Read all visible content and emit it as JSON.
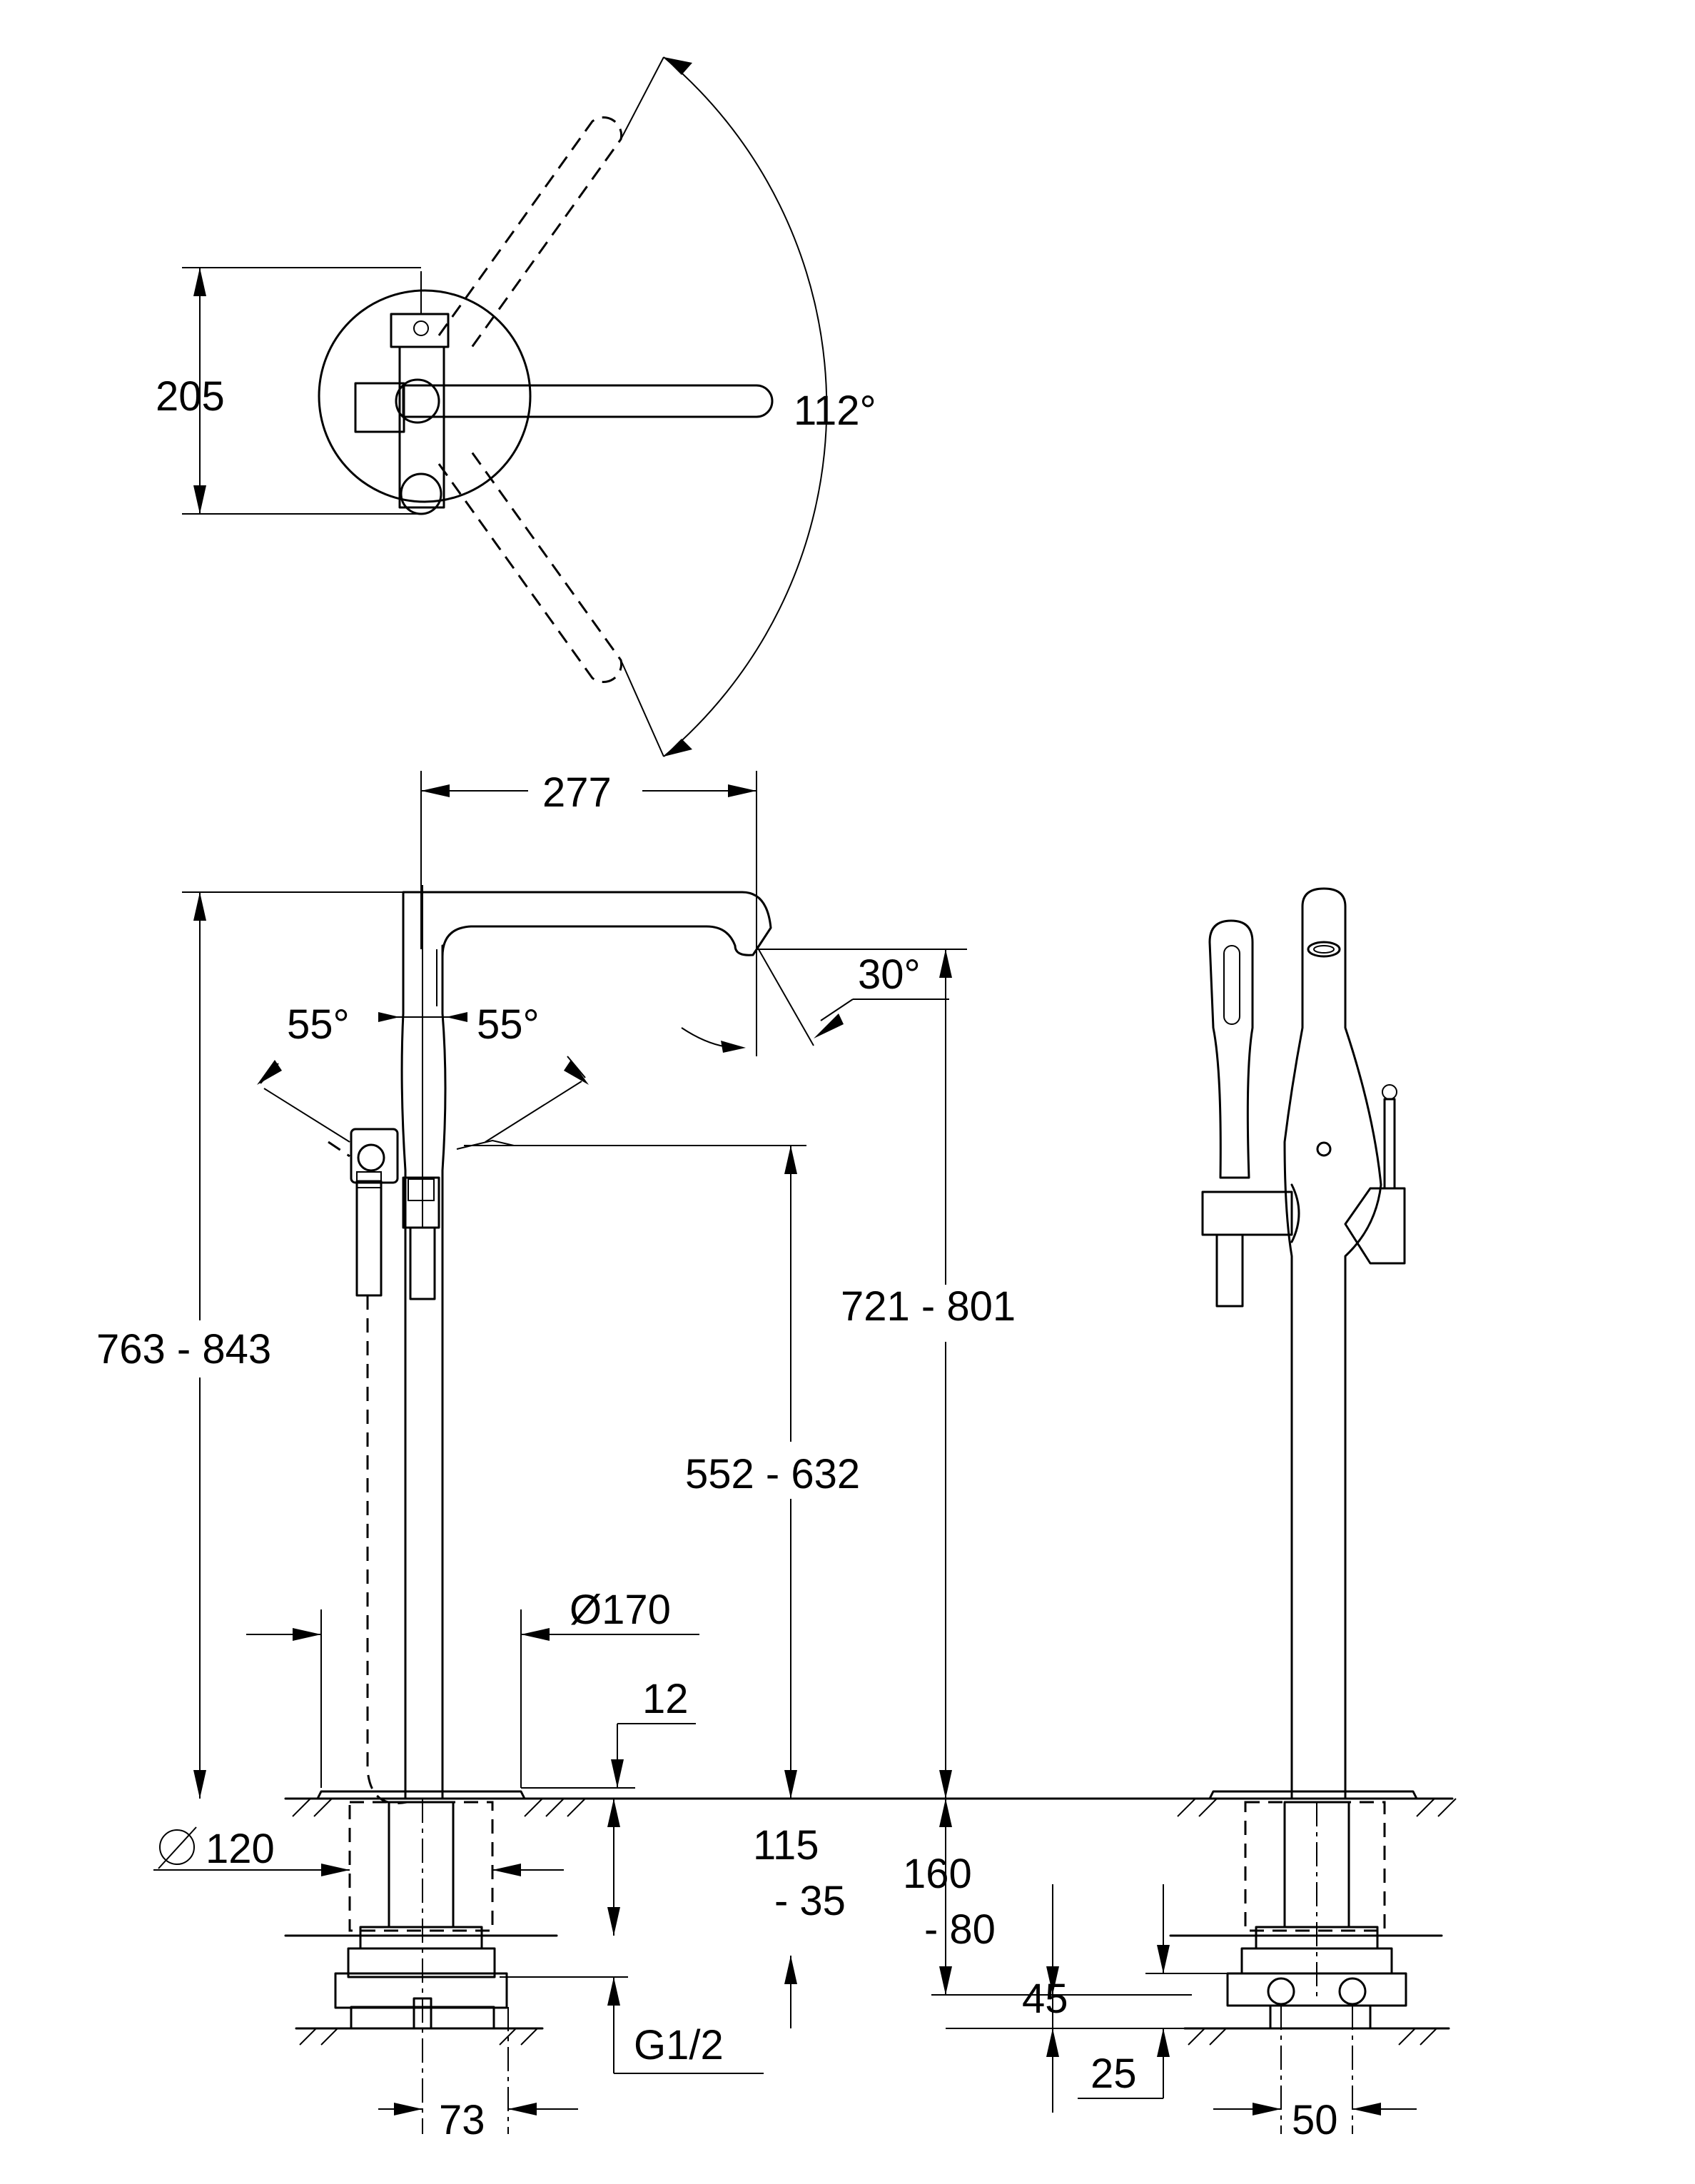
{
  "labels": {
    "dim_205": "205",
    "angle_112": "112°",
    "dim_277": "277",
    "angle_30": "30°",
    "angle_55_left": "55°",
    "angle_55_right": "55°",
    "dim_721_801": "721 - 801",
    "dim_763_843": "763 - 843",
    "dim_552_632": "552 - 632",
    "dia_170": "Ø170",
    "dim_12": "12",
    "dia_120": "120",
    "dim_115": "115",
    "dim_35": "- 35",
    "dim_160": "160",
    "dim_80": "- 80",
    "dim_45": "45",
    "thread_g12": "G1/2",
    "dim_25": "25",
    "dim_73": "73",
    "dim_50": "50"
  }
}
